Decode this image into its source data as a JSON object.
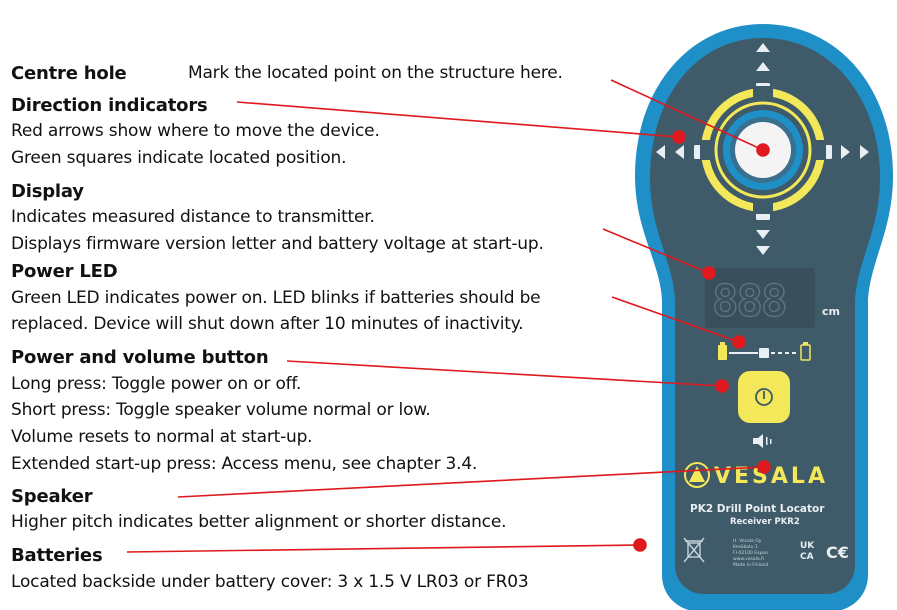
{
  "labels": {
    "centre_hole": {
      "title": "Centre hole",
      "desc": "Mark the located point on the structure here."
    },
    "direction_indicators": {
      "title": "Direction indicators",
      "lines": [
        "Red arrows show where to move the device.",
        "Green squares indicate located position."
      ]
    },
    "display": {
      "title": "Display",
      "lines": [
        "Indicates measured distance to transmitter.",
        "Displays firmware version letter and battery voltage at start-up."
      ]
    },
    "power_led": {
      "title": "Power LED",
      "lines": [
        "Green LED indicates power on. LED blinks if batteries should be",
        "replaced. Device will shut down after 10 minutes of inactivity."
      ]
    },
    "power_button": {
      "title": "Power and volume button",
      "lines": [
        "Long press: Toggle power on or off.",
        "Short press: Toggle speaker volume normal or low.",
        "Volume resets to normal at start-up.",
        "Extended start-up press: Access menu, see chapter 3.4."
      ]
    },
    "speaker": {
      "title": "Speaker",
      "lines": [
        "Higher pitch indicates better alignment or shorter distance."
      ]
    },
    "batteries": {
      "title": "Batteries",
      "lines": [
        "Located backside under battery cover: 3 x 1.5 V LR03 or FR03"
      ]
    }
  },
  "device": {
    "display_digits": "888",
    "display_unit": "cm",
    "brand": "VESALA",
    "model": "PK2  Drill Point Locator",
    "receiver": "Receiver PKR2",
    "address_lines": [
      "H. Vesala Oy",
      "Kesäkatu 1",
      "FI-02100 Espoo",
      "www.vesala.fi",
      "Made in Finland"
    ],
    "marks": [
      "UK CA",
      "CE"
    ]
  },
  "colors": {
    "body_outer": "#1f8fc8",
    "body_inner": "#3f5a68",
    "accent_yellow": "#f2e85a",
    "callout_red": "#e0191e",
    "display_bg": "#3a4f5b",
    "text": "#111111"
  },
  "icons": [
    "arrow-up-icon",
    "arrow-down-icon",
    "arrow-left-icon",
    "arrow-right-icon",
    "power-icon",
    "speaker-icon",
    "battery-icon",
    "weee-bin-icon",
    "ukca-mark-icon",
    "ce-mark-icon",
    "vesala-logo-icon"
  ]
}
